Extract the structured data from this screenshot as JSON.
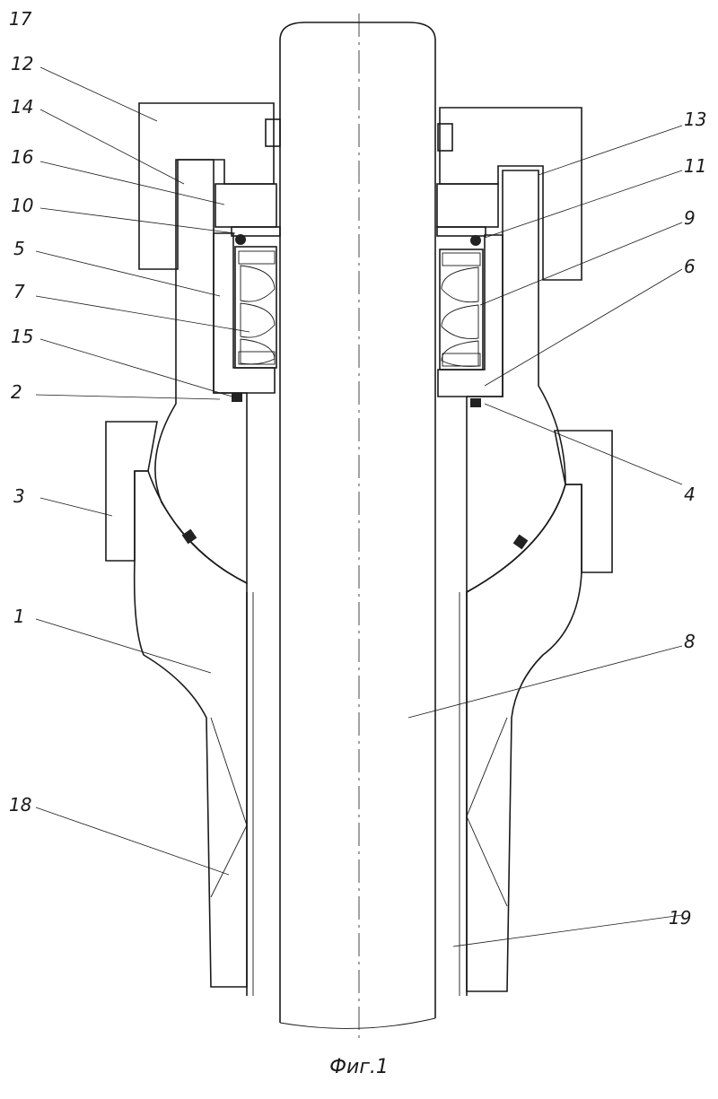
{
  "caption": "Фиг.1",
  "labels": [
    {
      "id": "17",
      "text": "17"
    },
    {
      "id": "12",
      "text": "12"
    },
    {
      "id": "14",
      "text": "14"
    },
    {
      "id": "16",
      "text": "16"
    },
    {
      "id": "10",
      "text": "10"
    },
    {
      "id": "5",
      "text": "5"
    },
    {
      "id": "7",
      "text": "7"
    },
    {
      "id": "15",
      "text": "15"
    },
    {
      "id": "2",
      "text": "2"
    },
    {
      "id": "3",
      "text": "3"
    },
    {
      "id": "1",
      "text": "1"
    },
    {
      "id": "18",
      "text": "18"
    },
    {
      "id": "13",
      "text": "13"
    },
    {
      "id": "11",
      "text": "11"
    },
    {
      "id": "9",
      "text": "9"
    },
    {
      "id": "6",
      "text": "6"
    },
    {
      "id": "4",
      "text": "4"
    },
    {
      "id": "8",
      "text": "8"
    },
    {
      "id": "19",
      "text": "19"
    }
  ]
}
